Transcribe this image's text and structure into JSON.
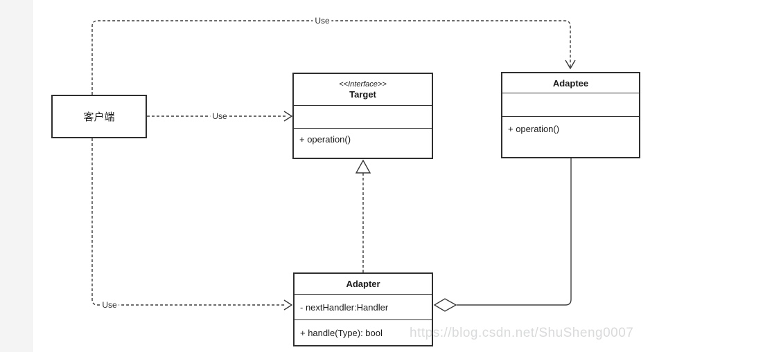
{
  "diagram": {
    "classes": {
      "client": {
        "name": "客户端"
      },
      "target": {
        "stereotype": "<<Interface>>",
        "name": "Target",
        "operations": [
          "+ operation()"
        ]
      },
      "adaptee": {
        "name": "Adaptee",
        "operations": [
          "+ operation()"
        ]
      },
      "adapter": {
        "name": "Adapter",
        "attributes": [
          "- nextHandler:Handler"
        ],
        "operations": [
          "+ handle(Type): bool"
        ]
      }
    },
    "edge_labels": {
      "top": "Use",
      "middle": "Use",
      "bottom": "Use"
    },
    "watermark": "https://blog.csdn.net/ShuSheng0007",
    "colors": {
      "line": "#383838",
      "box_border": "#2e2e2e",
      "background": "#ffffff",
      "gutter": "#f4f4f4",
      "watermark": "#d9dadb"
    }
  }
}
